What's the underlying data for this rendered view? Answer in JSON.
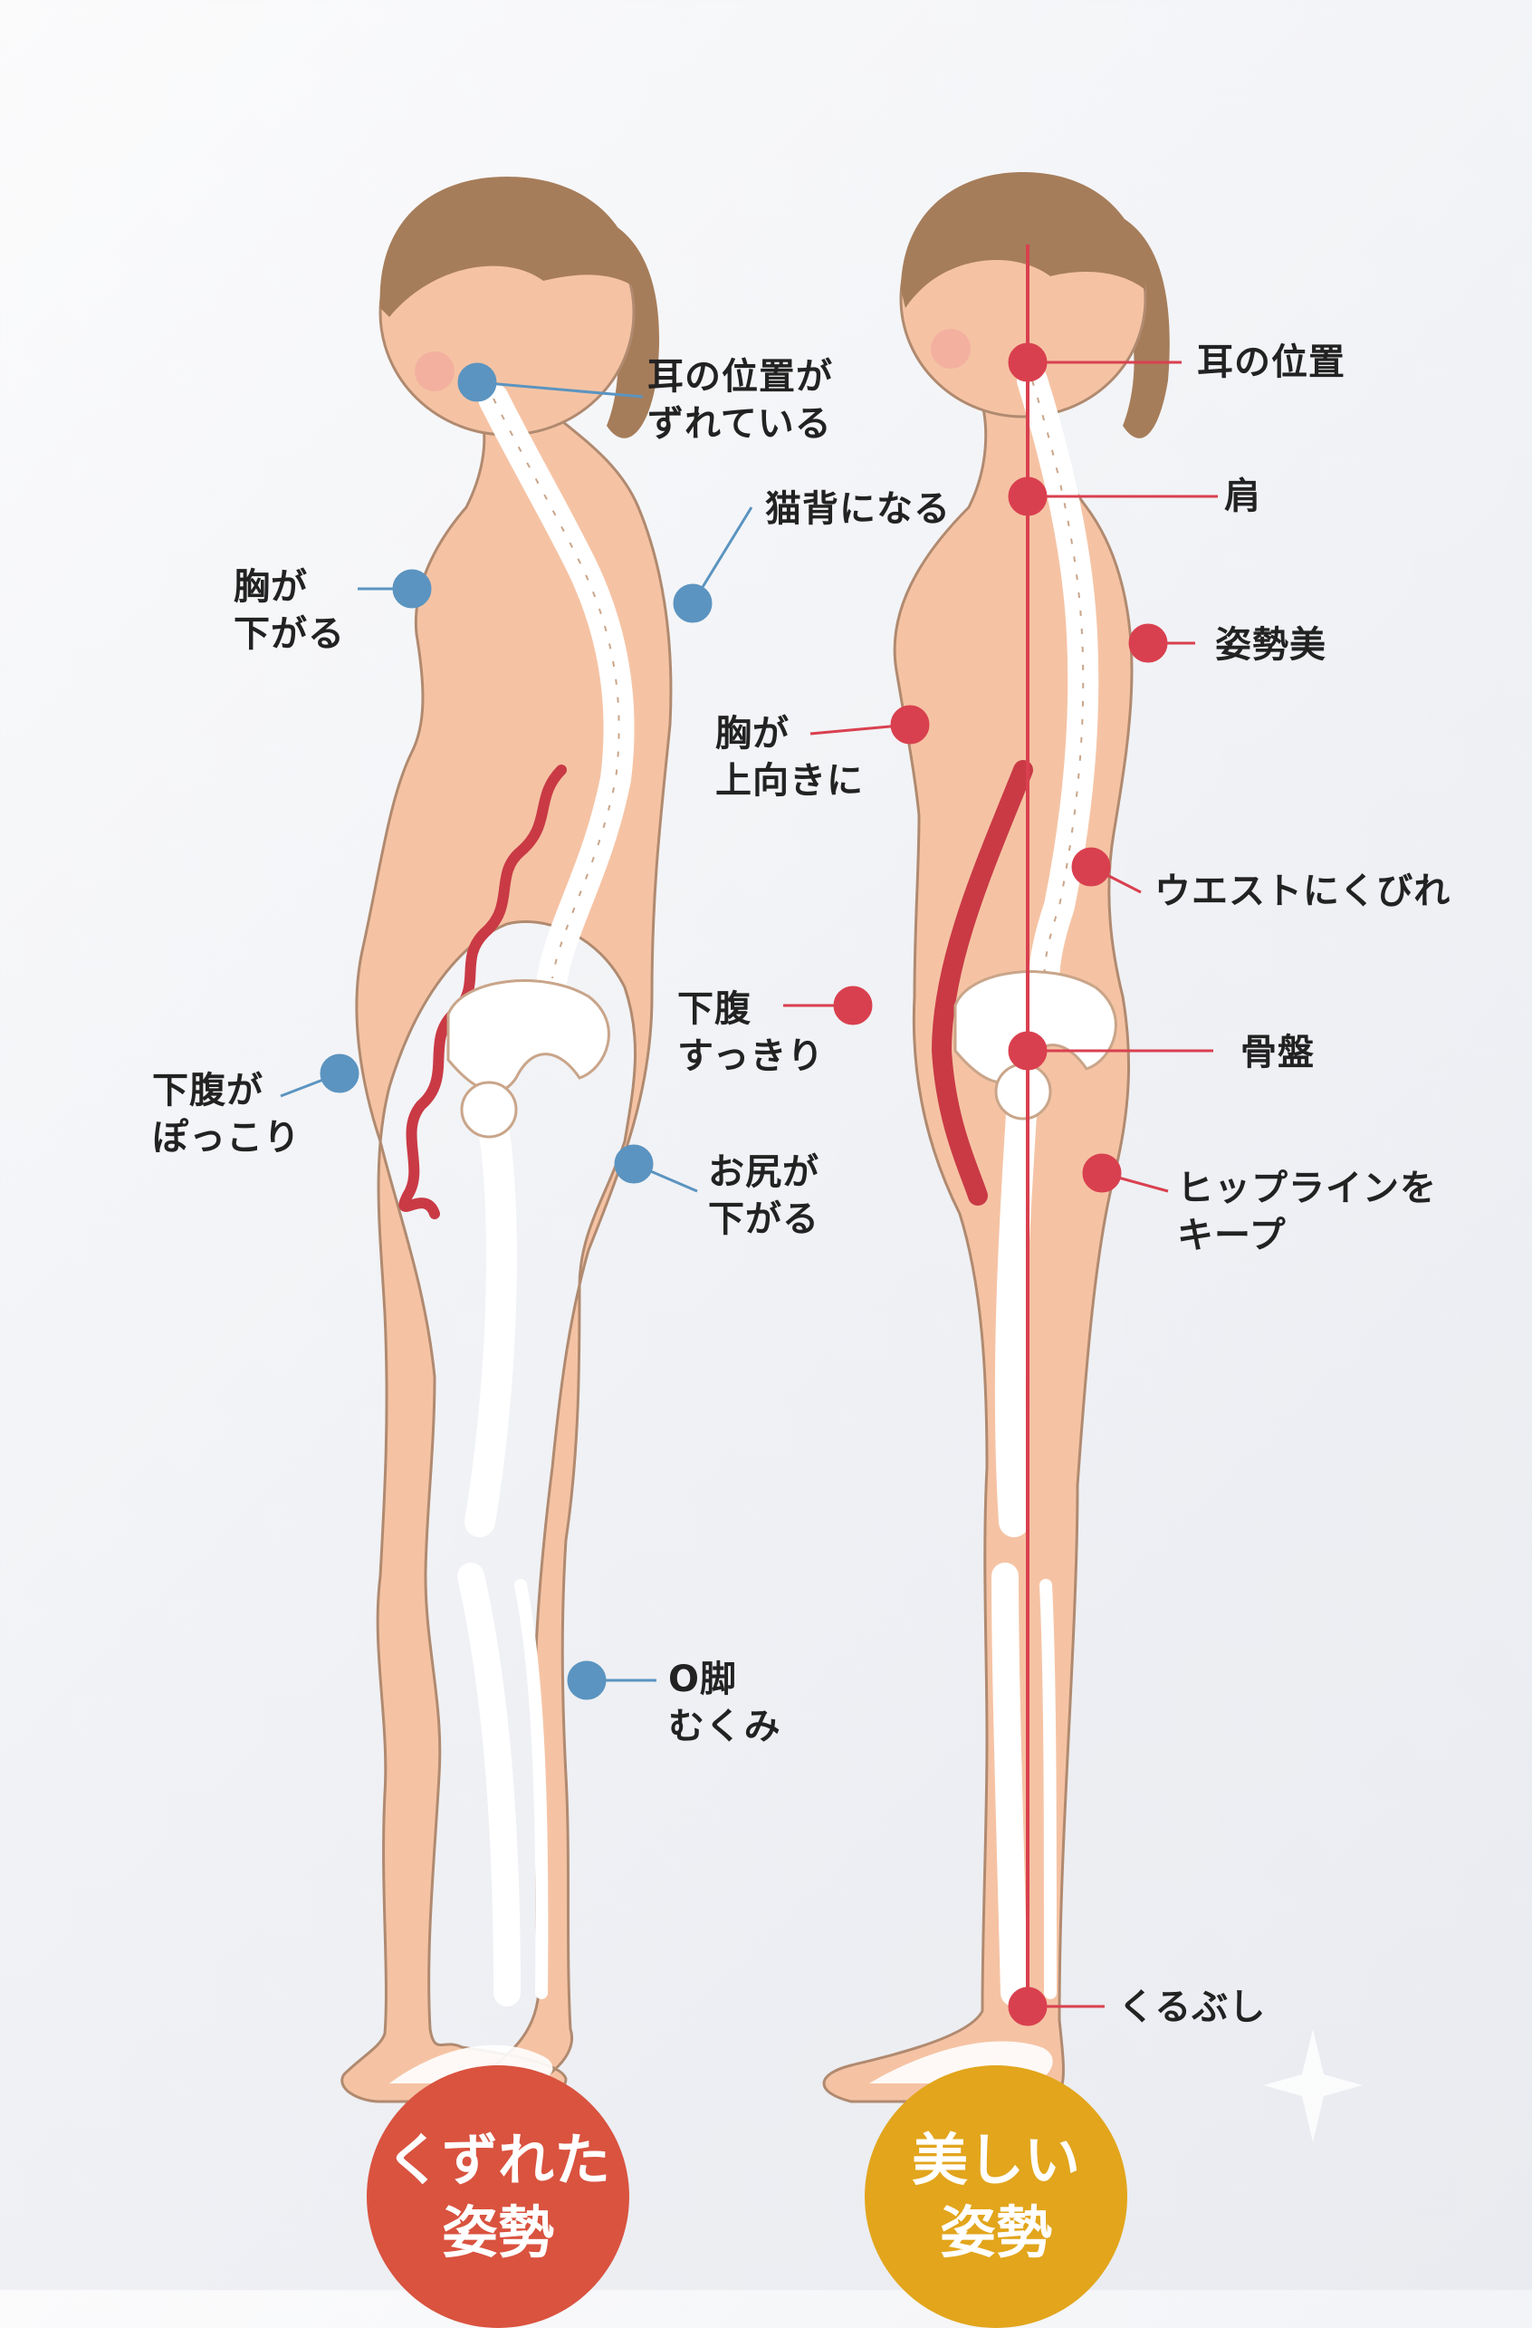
{
  "bad_posture": {
    "title_line1": "くずれた",
    "title_line2": "姿勢",
    "color": "#d9533f",
    "marker_color": "#5b94c0",
    "labels": {
      "ear": [
        "耳の位置が",
        "ずれている"
      ],
      "back": [
        "猫背になる"
      ],
      "chest": [
        "胸が",
        "下がる"
      ],
      "belly": [
        "下腹が",
        "ぽっこり"
      ],
      "hip": [
        "お尻が",
        "下がる"
      ],
      "legs": [
        "O脚",
        "むくみ"
      ]
    }
  },
  "good_posture": {
    "title_line1": "美しい",
    "title_line2": "姿勢",
    "color": "#e2a51c",
    "marker_color": "#d9404f",
    "labels": {
      "ear": [
        "耳の位置"
      ],
      "shoulder": [
        "肩"
      ],
      "back": [
        "姿勢美"
      ],
      "chest": [
        "胸が",
        "上向きに"
      ],
      "waist": [
        "ウエストにくびれ"
      ],
      "belly": [
        "下腹",
        "すっきり"
      ],
      "pelvis": [
        "骨盤"
      ],
      "hip": [
        "ヒップラインを",
        "キープ"
      ],
      "ankle": [
        "くるぶし"
      ]
    }
  }
}
